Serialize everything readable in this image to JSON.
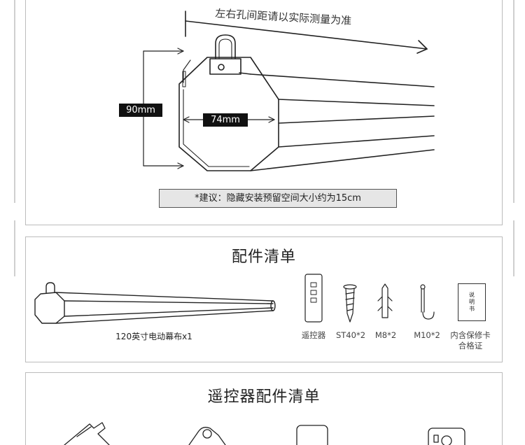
{
  "diagram": {
    "spacing_note": "左右孔间距请以实际测量为准",
    "height_label": "90mm",
    "width_label": "74mm",
    "install_note": "*建议：隐藏安装预留空间大小约为15cm"
  },
  "accessories": {
    "title": "配件清单",
    "screen_caption": "120英寸电动幕布x1",
    "items": [
      {
        "label": "遥控器"
      },
      {
        "label": "ST40*2"
      },
      {
        "label": "M8*2"
      },
      {
        "label": "M10*2"
      },
      {
        "label": "内含保修卡合格证"
      }
    ],
    "manual_text": [
      "说",
      "明",
      "书"
    ]
  },
  "remote": {
    "title": "遥控器配件清单"
  }
}
